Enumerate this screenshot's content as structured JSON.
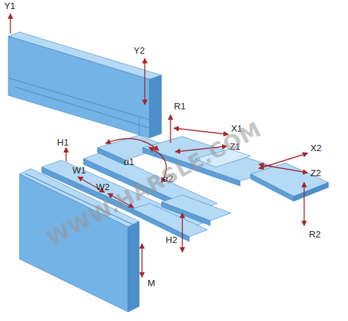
{
  "diagram": {
    "labels": [
      "Y1",
      "Y2",
      "R1",
      "X1",
      "Z1",
      "X2",
      "Z2",
      "H1",
      "W1",
      "W2",
      "α1",
      "α2",
      "H2",
      "R2",
      "M",
      "WWW.HARSLE.COM"
    ]
  }
}
